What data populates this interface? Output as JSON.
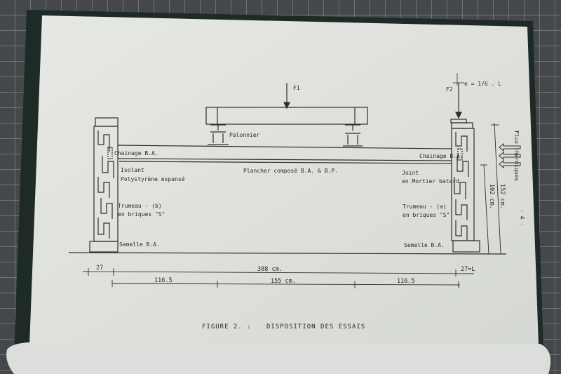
{
  "figure": {
    "caption_number": "FIGURE 2.  :",
    "caption_title": "DISPOSITION DES ESSAIS",
    "page_number": "- 4 -"
  },
  "loads": {
    "f1": "F1",
    "f2": "F2",
    "eccentricity": "e = 1/6 . L"
  },
  "labels": {
    "palonnier": "Palonnier",
    "chainage_left": "Chainage B.A.",
    "chainage_right": "Chainage B.A.",
    "isolant_line1": "Isolant",
    "isolant_line2": "Polystyrène expansé",
    "plancher": "Plancher composé B.A. & B.P.",
    "joint_line1": "Joint",
    "joint_line2": "en Mortier batard",
    "trumeau_b_line1": "Trumeau - (b)",
    "trumeau_b_line2": "en briques \"S\"",
    "trumeau_a_line1": "Trumeau - (a)",
    "trumeau_a_line2": "en briques \"S\"",
    "semelle_left": "Semelle B.A.",
    "semelle_right": "Semelle B.A.",
    "flux": "Flux thermiques"
  },
  "dimensions": {
    "left_wall": "27",
    "total_span": "388 cm.",
    "right_wall": "27=L",
    "left_segment": "116.5",
    "middle_segment": "155 cm.",
    "right_segment": "116.5",
    "height_102": "102 cm.",
    "height_152": "152 cm."
  }
}
